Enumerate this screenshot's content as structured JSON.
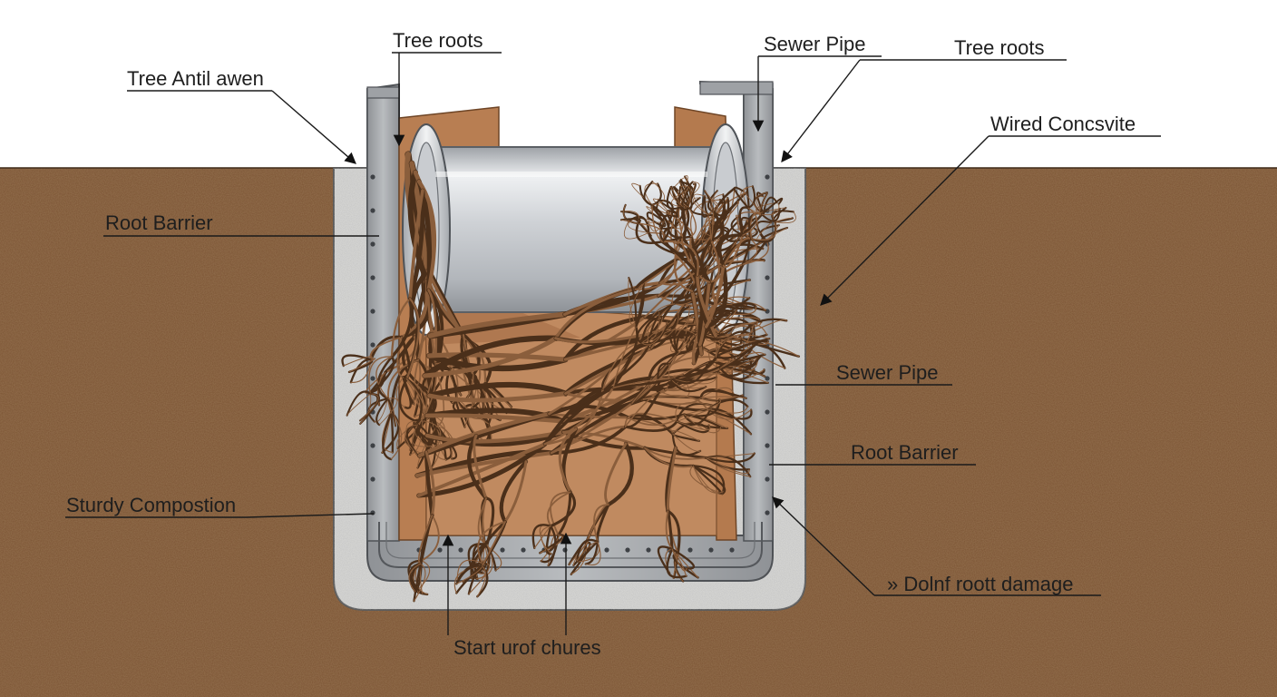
{
  "labels": {
    "tree_anti_lawn": "Tree Antil awen",
    "tree_roots_top_left": "Tree roots",
    "sewer_pipe_top": "Sewer Pipe",
    "tree_roots_top_right": "Tree roots",
    "wired_concrete": "Wired Concsvite",
    "root_barrier_left": "Root Barrier",
    "sewer_pipe_right": "Sewer Pipe",
    "root_barrier_right": "Root Barrier",
    "sturdy_composition": "Sturdy Compostion",
    "root_damage": "» Dolnf roott damage",
    "start_of_chures": "Start urof chures"
  },
  "colors": {
    "soil": "#7a5232",
    "concrete": "#d6d6d4",
    "steel_barrier": "#a7aaad",
    "pipe": "#d3d6da",
    "roots": "#8a5e3c",
    "cardboard": "#b87e52"
  }
}
